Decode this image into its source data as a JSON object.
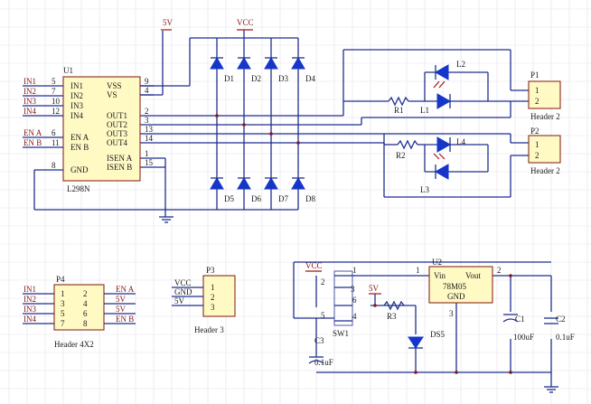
{
  "power": {
    "v5": "5V",
    "vcc": "VCC"
  },
  "u1": {
    "ref": "U1",
    "name": "L298N",
    "pins_left": [
      "IN1",
      "IN2",
      "IN3",
      "IN4",
      "EN A",
      "EN B",
      "GND"
    ],
    "pins_left_num": [
      "5",
      "7",
      "10",
      "12",
      "6",
      "11",
      "8"
    ],
    "pins_right": [
      "VSS",
      "VS",
      "OUT1",
      "OUT2",
      "OUT3",
      "OUT4",
      "ISEN A",
      "ISEN B"
    ],
    "pins_right_num": [
      "9",
      "4",
      "2",
      "3",
      "13",
      "14",
      "1",
      "15"
    ],
    "net_labels": [
      "IN1",
      "IN2",
      "IN3",
      "IN4",
      "EN A",
      "EN B"
    ]
  },
  "diodes": [
    "D1",
    "D2",
    "D3",
    "D4",
    "D5",
    "D6",
    "D7",
    "D8"
  ],
  "leds": {
    "l2": "L2",
    "l1": "L1",
    "l4": "L4",
    "l3": "L3",
    "ds5": "DS5"
  },
  "resistors": {
    "r1": "R1",
    "r2": "R2",
    "r3": "R3"
  },
  "p1": {
    "ref": "P1",
    "pins": [
      "1",
      "2"
    ],
    "desc": "Header 2"
  },
  "p2": {
    "ref": "P2",
    "pins": [
      "1",
      "2"
    ],
    "desc": "Header 2"
  },
  "p3": {
    "ref": "P3",
    "pins": [
      "1",
      "2",
      "3"
    ],
    "desc": "Header 3",
    "nets": [
      "VCC",
      "GND",
      "5V"
    ]
  },
  "p4": {
    "ref": "P4",
    "pins_left": [
      "1",
      "3",
      "5",
      "7"
    ],
    "pins_right": [
      "2",
      "4",
      "6",
      "8"
    ],
    "nets_left": [
      "IN1",
      "IN2",
      "IN3",
      "IN4"
    ],
    "nets_right": [
      "EN A",
      "5V",
      "5V",
      "EN B"
    ],
    "desc": "Header 4X2"
  },
  "u2": {
    "ref": "U2",
    "vin": "Vin",
    "vout": "Vout",
    "name": "78M05",
    "gnd": "GND",
    "pin_in": "1",
    "pin_out": "2",
    "pin_gnd": "3"
  },
  "sw1": {
    "ref": "SW1",
    "pins": [
      "2",
      "1",
      "3",
      "6",
      "5",
      "4"
    ]
  },
  "caps": {
    "c1": "C1",
    "c1v": "100uF",
    "c2": "C2",
    "c2v": "0.1uF",
    "c3": "C3",
    "c3v": "0.1uF"
  },
  "reg_net": {
    "vcc": "VCC",
    "v5": "5V"
  }
}
